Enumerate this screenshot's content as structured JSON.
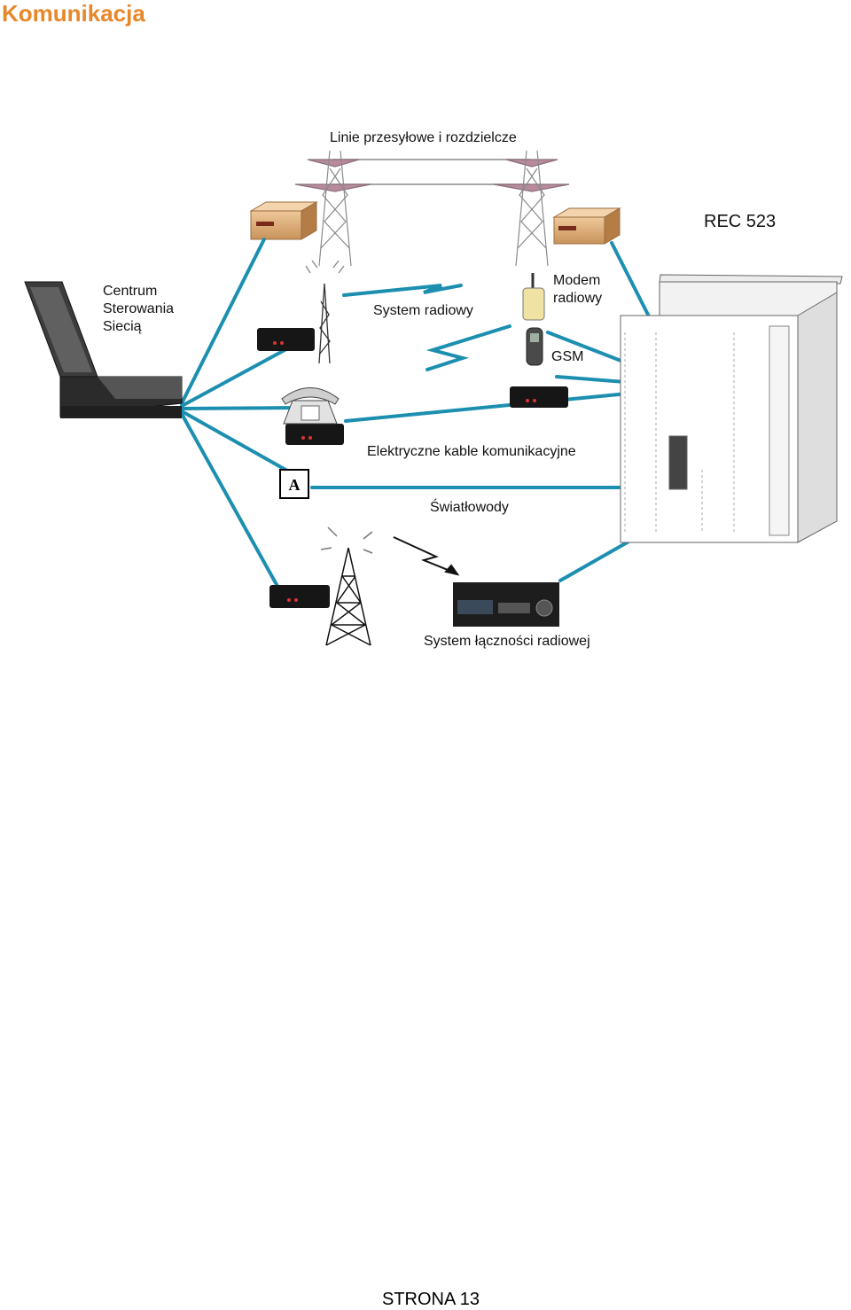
{
  "page_title": "Komunikacja",
  "labels": {
    "power_lines": "Linie przesyłowe i rozdzielcze",
    "device": "REC 523",
    "control_center": [
      "Centrum",
      "Sterowania",
      "Siecią"
    ],
    "radio_system": "System radiowy",
    "radio_modem": [
      "Modem",
      "radiowy"
    ],
    "gsm": "GSM",
    "electric_cables": "Elektryczne kable komunikacyjne",
    "optical_fibers": "Światłowody",
    "radio_comm_system": "System łączności radiowej"
  },
  "footer": "STRONA 13",
  "colors": {
    "title": "#e8872a",
    "link": "#1c8fb1",
    "box": "#d9a36a",
    "tower": "#8a8a8a"
  }
}
